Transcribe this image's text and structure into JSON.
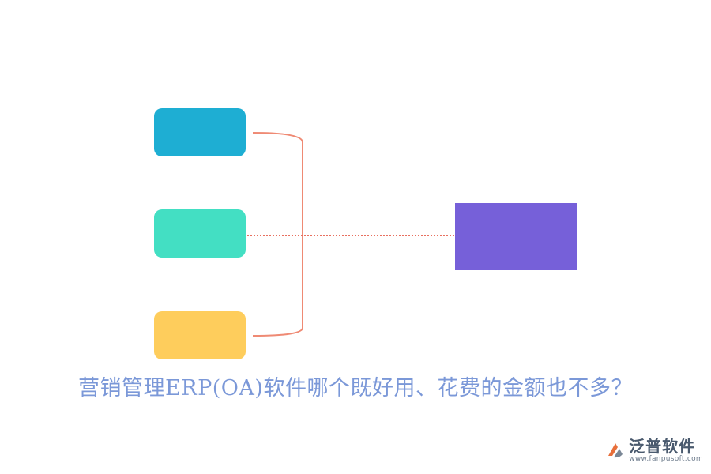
{
  "diagram": {
    "nodes": [
      {
        "id": "blue",
        "color": "#1eaed3"
      },
      {
        "id": "teal",
        "color": "#43dfc3"
      },
      {
        "id": "yellow",
        "color": "#fecd5c"
      },
      {
        "id": "target",
        "color": "#7660d9"
      }
    ],
    "connector_colors": {
      "bracket": "#ef8a74",
      "dotted": "#e87060"
    }
  },
  "caption": "营销管理ERP(OA)软件哪个既好用、花费的金额也不多？",
  "logo": {
    "name": "泛普软件",
    "url": "www.fanpusoft.com",
    "colors": {
      "mark_primary": "#e86f3a",
      "mark_secondary": "#7a8796"
    }
  }
}
